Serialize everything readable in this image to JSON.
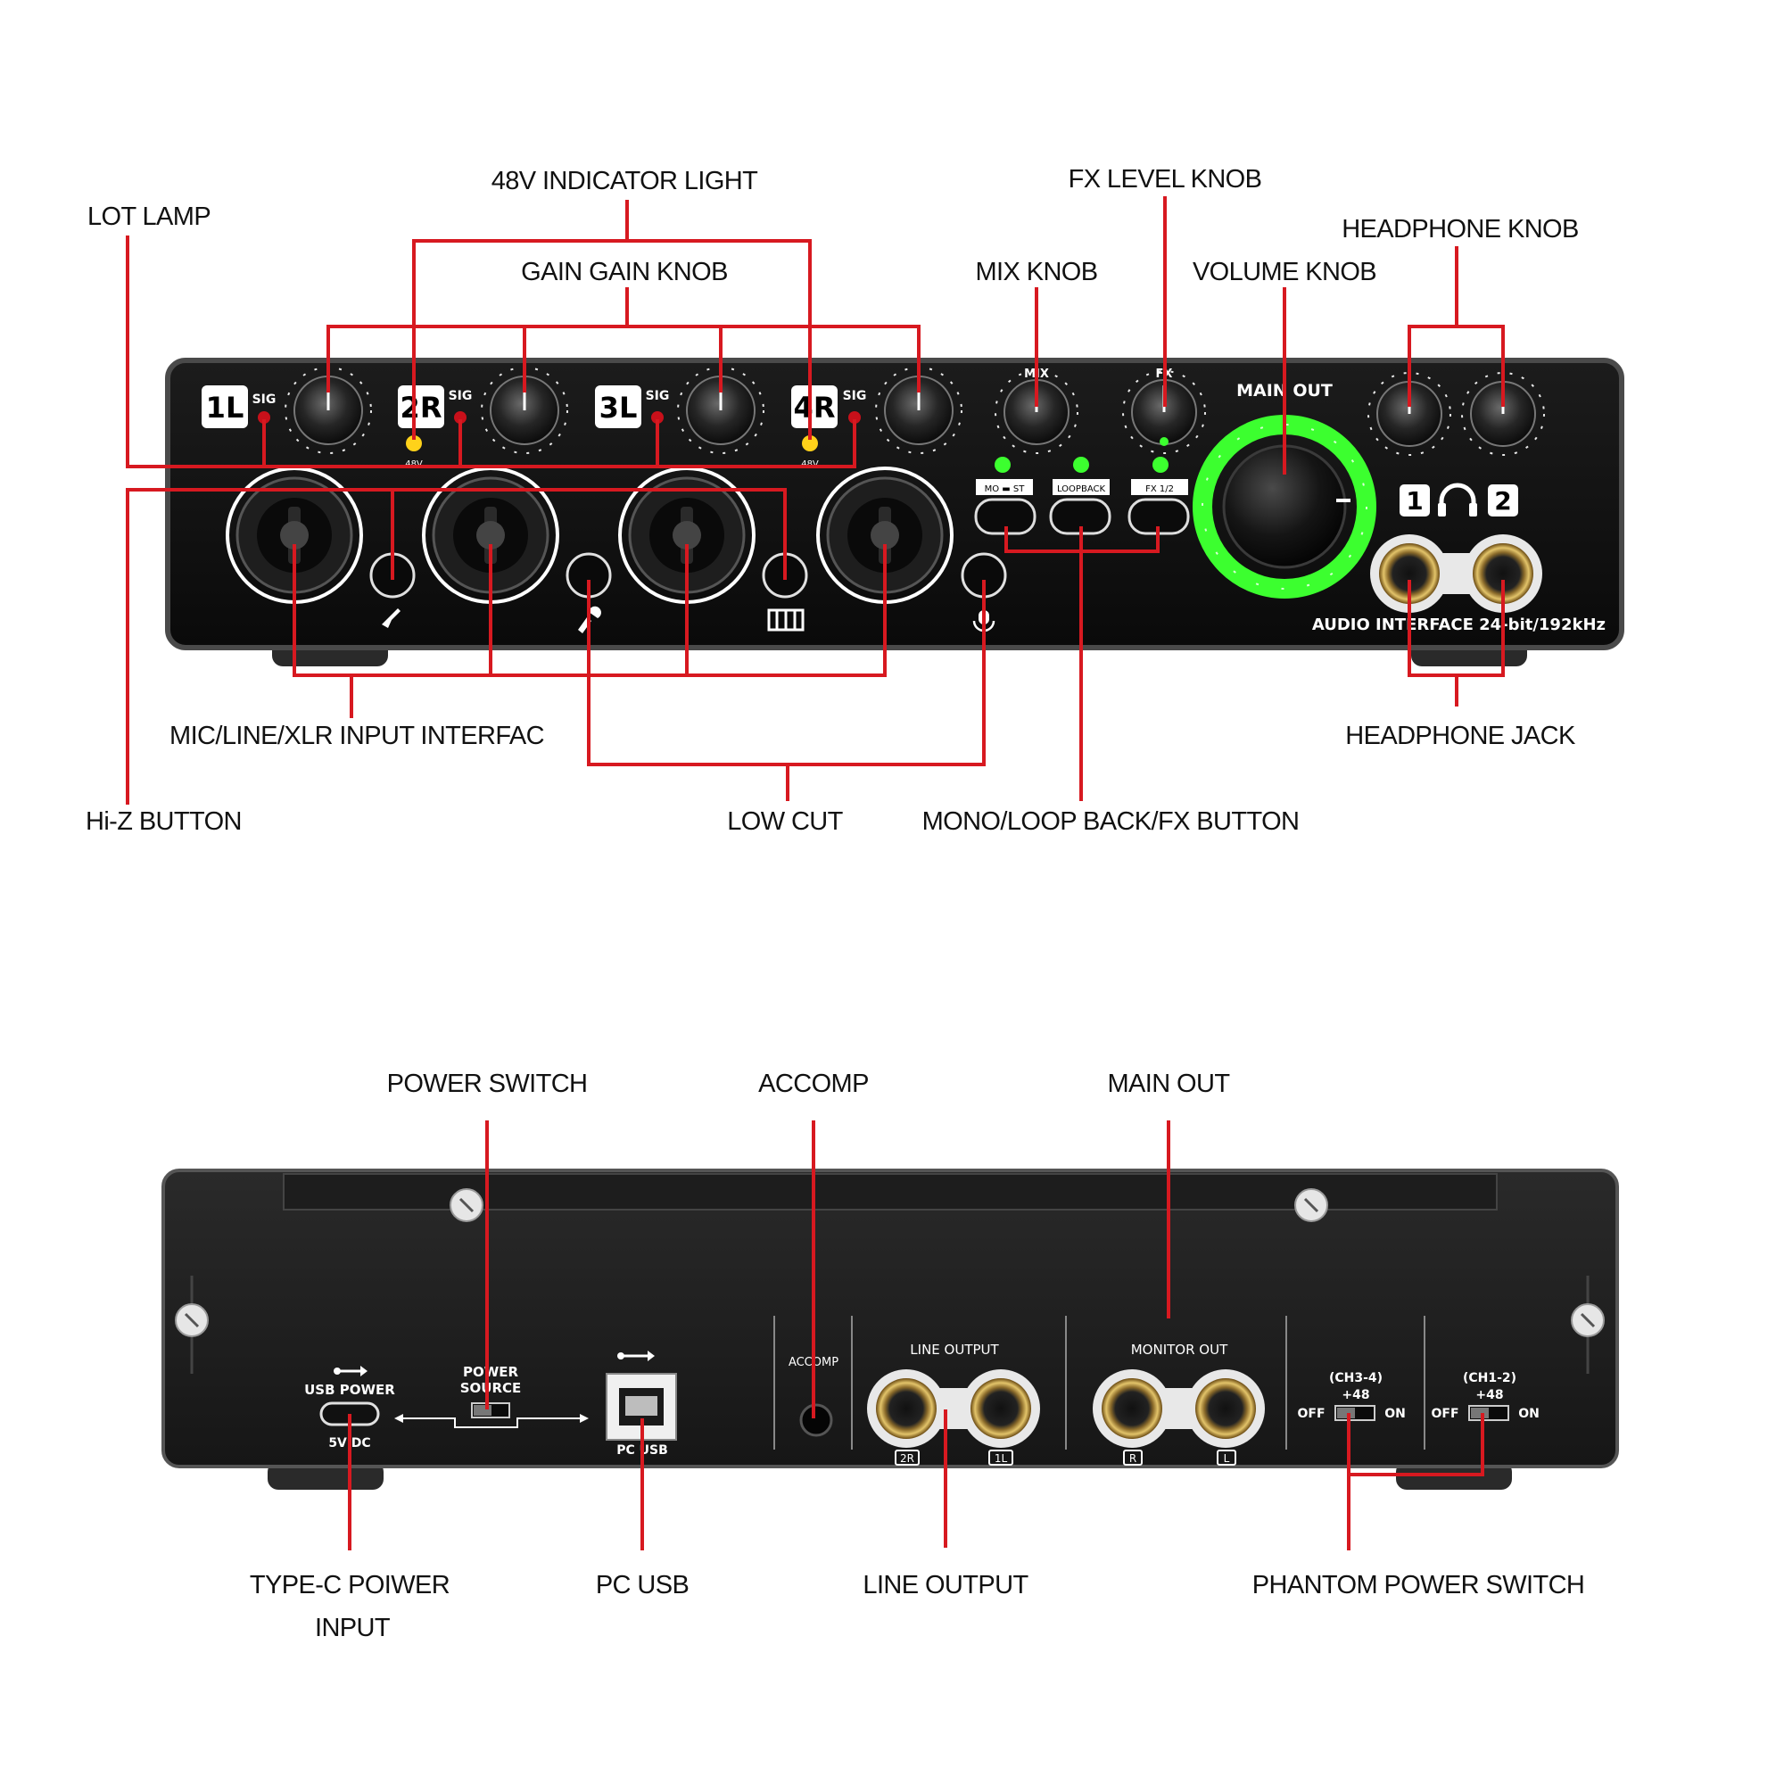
{
  "colors": {
    "leader": "#d71920",
    "panel": "#101010",
    "panel_edge": "#3a3a3a",
    "accent_green": "#3cff2f",
    "led_red": "#c8101a",
    "led_yellow": "#ffd21a",
    "text": "#111111"
  },
  "front": {
    "callouts": {
      "lot_lamp": "LOT LAMP",
      "indicator_48v": "48V INDICATOR LIGHT",
      "gain_knob": "GAIN GAIN KNOB",
      "fx_level_knob": "FX LEVEL KNOB",
      "mix_knob": "MIX KNOB",
      "volume_knob": "VOLUME KNOB",
      "headphone_knob": "HEADPHONE KNOB",
      "mic_input": "MIC/LINE/XLR INPUT INTERFAC",
      "hiz_button": "Hi-Z BUTTON",
      "low_cut": "LOW CUT",
      "mono_button": "MONO/LOOP BACK/FX BUTTON",
      "headphone_jack": "HEADPHONE JACK"
    },
    "panel": {
      "channels": [
        "1L",
        "2R",
        "3L",
        "4R"
      ],
      "sig": "SIG",
      "v48": "48V",
      "mix": "MIX",
      "fx": "FX",
      "main_out": "MAIN OUT",
      "buttons": [
        "MO ▬ ST",
        "LOOPBACK",
        "FX 1/2"
      ],
      "hp_left": "1",
      "hp_right": "2",
      "product": "AUDIO INTERFACE 24-bit/192kHz"
    }
  },
  "back": {
    "callouts": {
      "power_switch": "POWER SWITCH",
      "accomp": "ACCOMP",
      "main_out": "MAIN OUT",
      "typec_line1": "TYPE-C POIWER",
      "typec_line2": "INPUT",
      "pc_usb": "PC USB",
      "line_output": "LINE OUTPUT",
      "phantom": "PHANTOM POWER SWITCH"
    },
    "panel": {
      "usb_power": "USB POWER",
      "five_vdc": "5V DC",
      "power_source_1": "POWER",
      "power_source_2": "SOURCE",
      "pc_usb": "PC USB",
      "accomp": "ACCOMP",
      "line_output": "LINE OUTPUT",
      "line_2r": "2R",
      "line_1l": "1L",
      "monitor_out": "MONITOR OUT",
      "mon_r": "R",
      "mon_l": "L",
      "ch34": "(CH3-4)",
      "ch12": "(CH1-2)",
      "plus48": "+48",
      "off": "OFF",
      "on": "ON"
    }
  }
}
